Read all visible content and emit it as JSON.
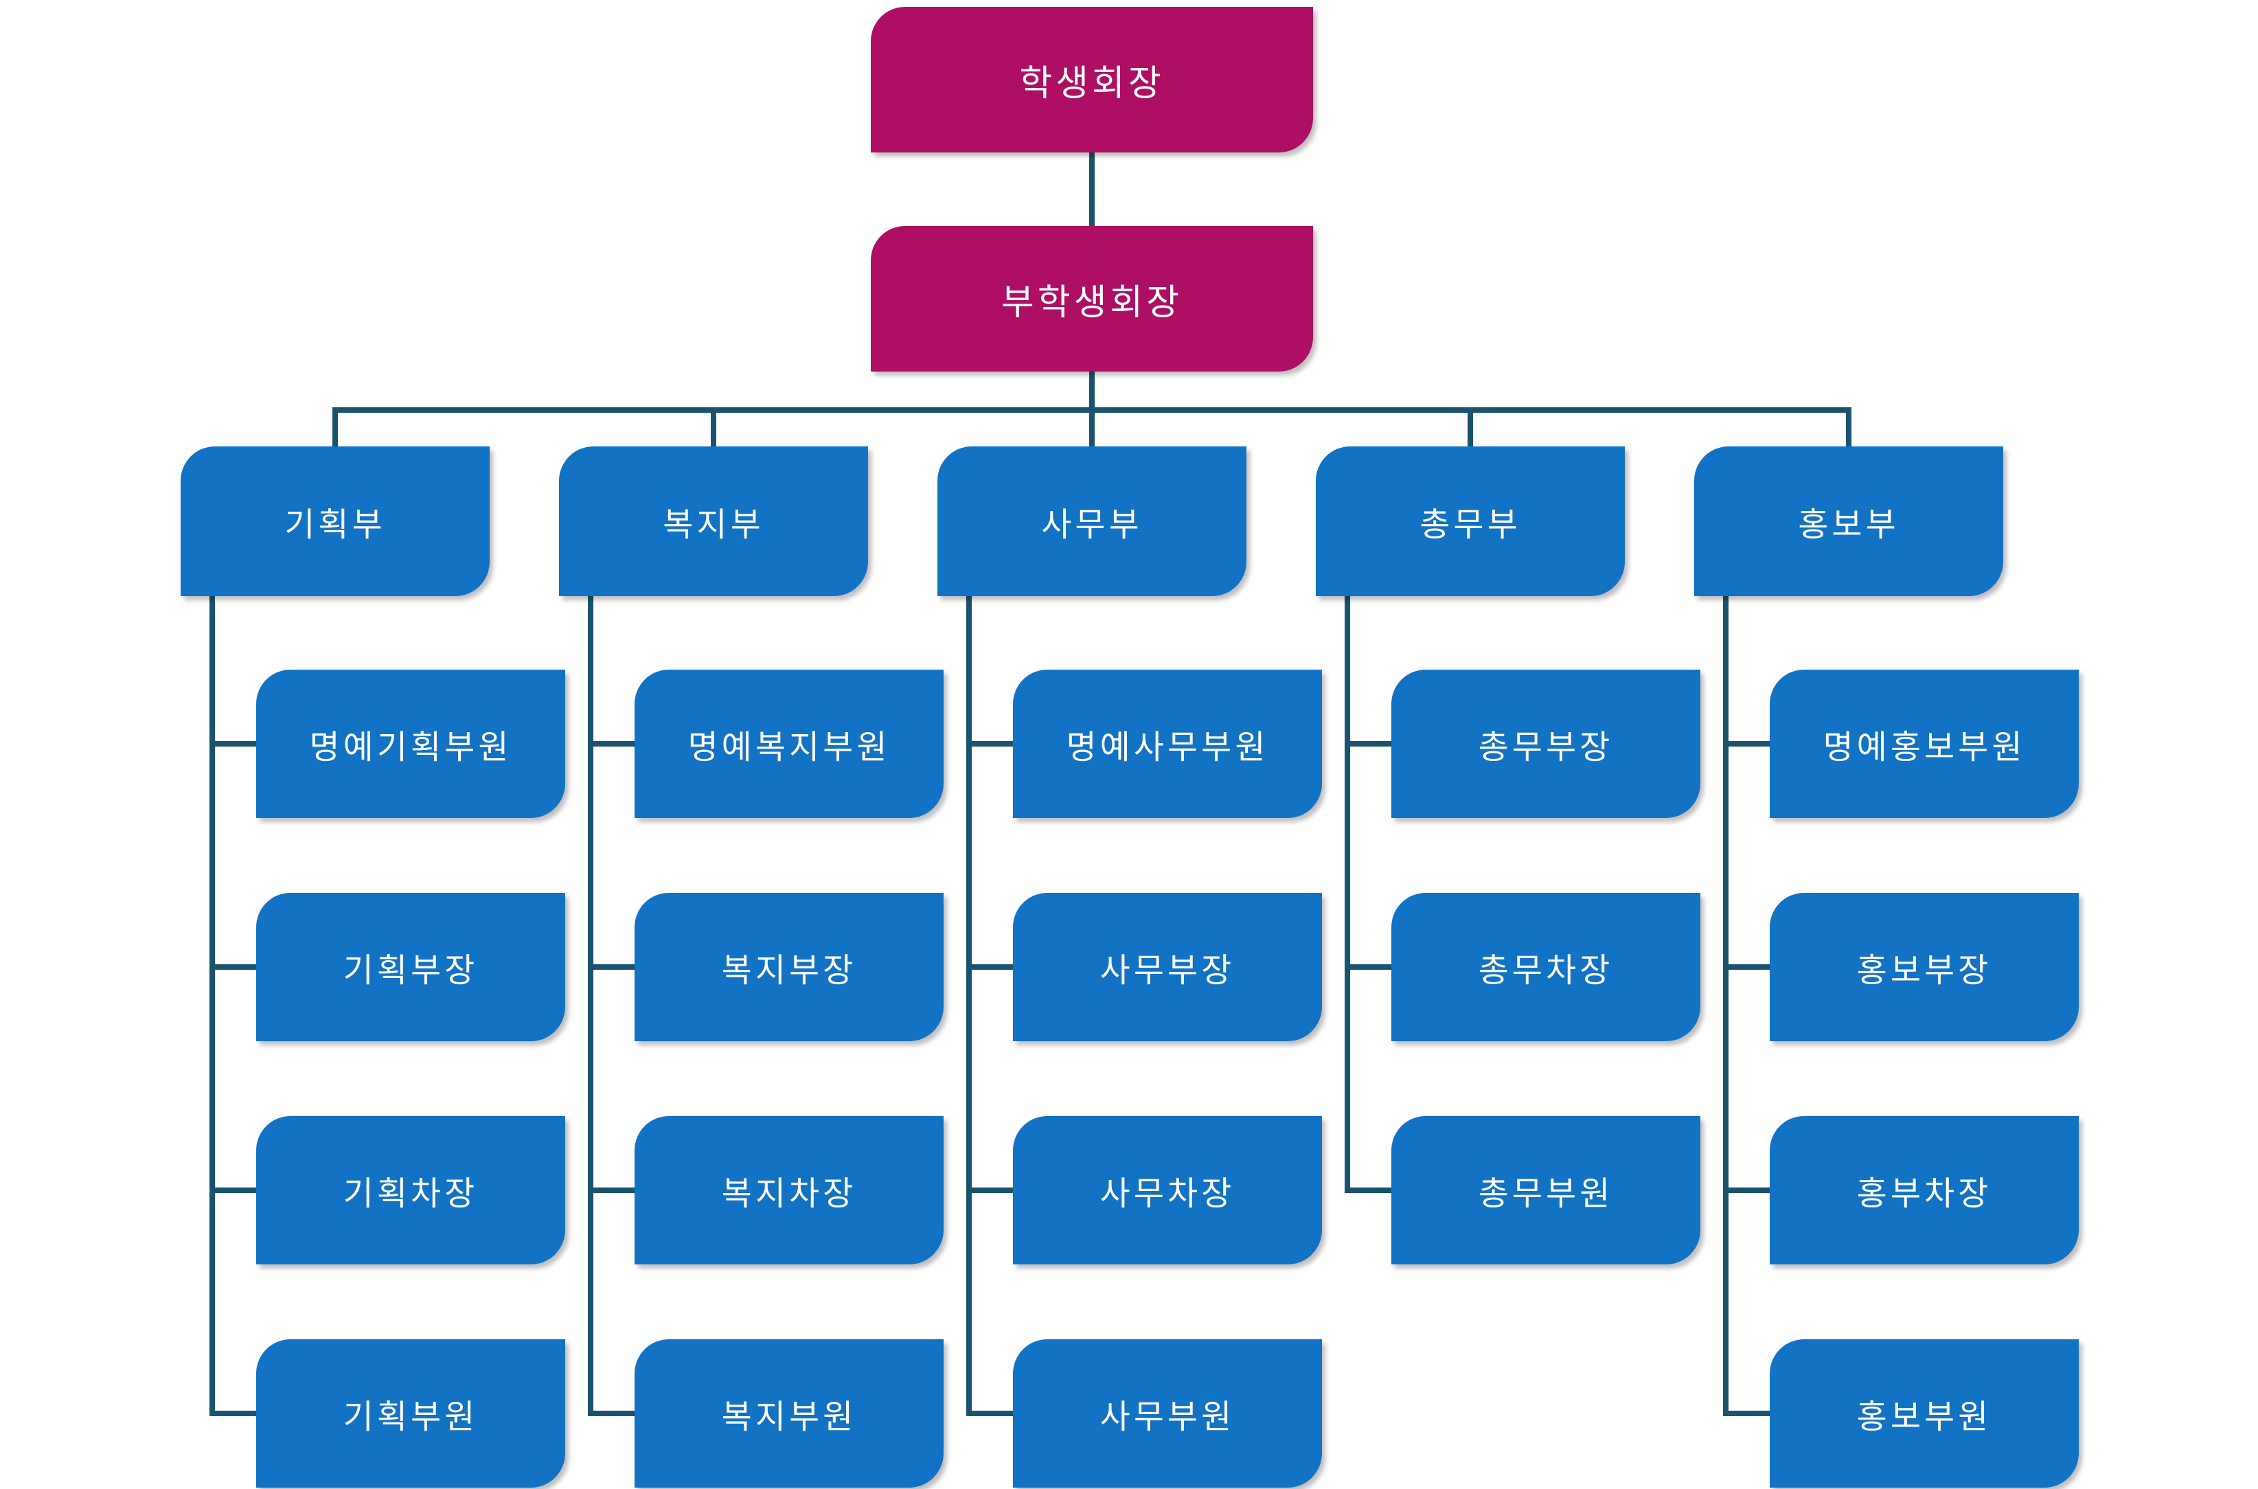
{
  "colors": {
    "box_primary": "#AE0E64",
    "box_secondary": "#1272C3",
    "connector": "#1A536E",
    "text": "#FFFFFF",
    "background": "#FFFFFF"
  },
  "root": {
    "label": "학생회장"
  },
  "vice": {
    "label": "부학생회장"
  },
  "departments": [
    {
      "label": "기획부",
      "children": [
        "명예기획부원",
        "기획부장",
        "기획차장",
        "기획부원"
      ]
    },
    {
      "label": "복지부",
      "children": [
        "명예복지부원",
        "복지부장",
        "복지차장",
        "복지부원"
      ]
    },
    {
      "label": "사무부",
      "children": [
        "명예사무부원",
        "사무부장",
        "사무차장",
        "사무부원"
      ]
    },
    {
      "label": "총무부",
      "children": [
        "총무부장",
        "총무차장",
        "총무부원"
      ]
    },
    {
      "label": "홍보부",
      "children": [
        "명예홍보부원",
        "홍보부장",
        "홍부차장",
        "홍보부원"
      ]
    }
  ]
}
